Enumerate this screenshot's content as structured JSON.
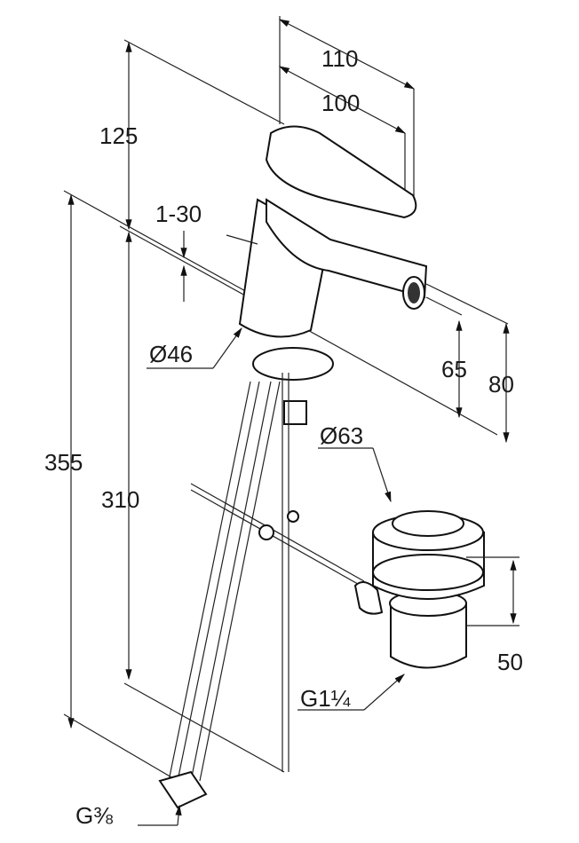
{
  "dimensions": {
    "width_total": "110",
    "width_spout": "100",
    "height_above": "125",
    "deck_thickness": "1-30",
    "base_diameter": "Ø46",
    "total_height": "355",
    "hose_length": "310",
    "spout_height": "65",
    "outlet_height": "80",
    "waste_diameter": "Ø63",
    "waste_height": "50",
    "waste_thread": "G1¼",
    "hose_thread": "G⅜"
  }
}
